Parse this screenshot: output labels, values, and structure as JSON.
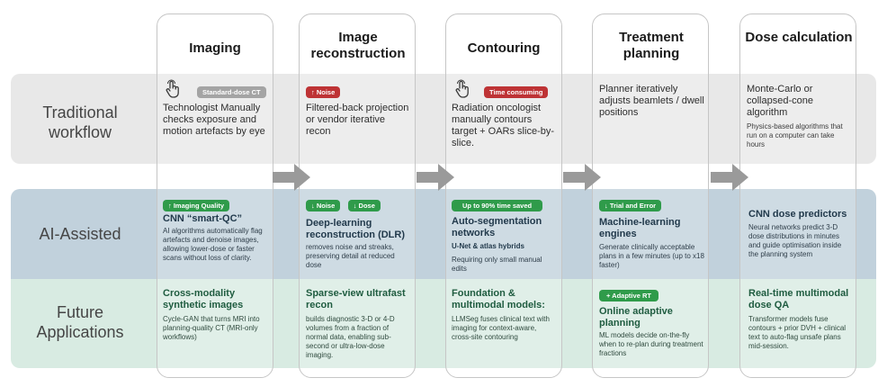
{
  "rows": {
    "traditional": "Traditional workflow",
    "ai": "AI-Assisted",
    "future": "Future Applications"
  },
  "columns": [
    {
      "title": "Imaging"
    },
    {
      "title": "Image reconstruction"
    },
    {
      "title": "Contouring"
    },
    {
      "title": "Treatment planning"
    },
    {
      "title": "Dose calculation"
    }
  ],
  "traditional": {
    "imaging": {
      "badge": "Standard-dose CT",
      "text": "Technologist Manually checks exposure and motion artefacts by eye"
    },
    "recon": {
      "badge": "↑ Noise",
      "text": "Filtered-back projection or vendor iterative recon"
    },
    "contour": {
      "badge": "Time consuming",
      "text": "Radiation oncologist manually contours target + OARs slice-by-slice."
    },
    "planning": {
      "text": "Planner iteratively adjusts beamlets / dwell positions"
    },
    "dose": {
      "text": "Monte-Carlo or collapsed-cone algorithm",
      "note": "Physics-based algorithms that run on a computer can take hours"
    }
  },
  "ai": {
    "imaging": {
      "badge": "↑ Imaging Quality",
      "title": "CNN “smart-QC”",
      "text": "AI algorithms automatically flag artefacts and denoise images, allowing lower-dose or faster scans without loss of clarity."
    },
    "recon": {
      "badge1": "↓ Noise",
      "badge2": "↓ Dose",
      "title": "Deep-learning reconstruction (DLR)",
      "text": "removes noise and streaks, preserving detail at reduced dose"
    },
    "contour": {
      "badge": "Up to 90% time saved",
      "title": "Auto-segmentation networks",
      "subtitle": "U-Net & atlas hybrids",
      "text": "Requiring only small manual edits"
    },
    "planning": {
      "badge": "↓ Trial and Error",
      "title": "Machine-learning engines",
      "text": "Generate clinically acceptable plans in a few minutes (up to x18 faster)"
    },
    "dose": {
      "title": "CNN dose predictors",
      "text": "Neural networks predict 3-D dose distributions in minutes and guide optimisation inside the planning system"
    }
  },
  "future": {
    "imaging": {
      "title": "Cross-modality synthetic images",
      "text": "Cycle-GAN that turns MRI into planning-quality CT (MRI-only workflows)"
    },
    "recon": {
      "title": "Sparse-view ultrafast recon",
      "text": "builds diagnostic 3-D or 4-D volumes from a fraction of normal data, enabling sub-second or ultra-low-dose imaging."
    },
    "contour": {
      "title": "Foundation & multimodal models:",
      "text": "LLMSeg fuses clinical text with imaging for context-aware, cross-site contouring"
    },
    "planning": {
      "badge": "+ Adaptive RT",
      "title": "Online adaptive planning",
      "text": "ML models decide on-the-fly when to re-plan during treatment fractions"
    },
    "dose": {
      "title": "Real-time multimodal dose QA",
      "text": "Transformer models fuse contours + prior DVH + clinical text to auto-flag unsafe plans mid-session."
    }
  },
  "colors": {
    "red": "#be3335",
    "green": "#2f9b4a",
    "grey": "#a4a4a4",
    "ai_band": "#c1d1dc",
    "future_band": "#d8ebe2"
  },
  "icons": [
    "hand-pointer-icon",
    "arrow-right-icon"
  ]
}
